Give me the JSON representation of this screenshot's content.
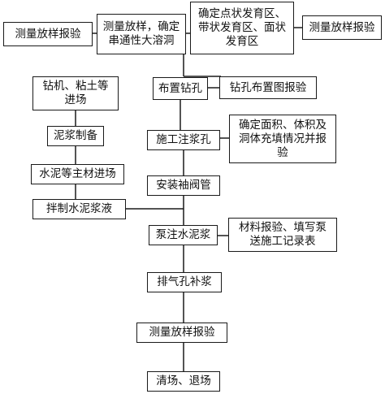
{
  "steps": {
    "survey_report_1": "测量放样报验",
    "survey_confirm": "测量放样，确定\n串通性大溶洞",
    "confirm_zones": "确定点状发育区、\n带状发育区、面状\n发育区",
    "survey_report_2": "测量放样报验",
    "equipment": "钻机、粘土等\n进场",
    "layout_holes": "布置钻孔",
    "hole_plan_report": "钻孔布置图报验",
    "mud_prep": "泥浆制备",
    "grout_holes": "施工注浆孔",
    "confirm_volume": "确定面积、体积及\n洞体充填情况并报\n验",
    "cement_entry": "水泥等主材进场",
    "sleeve_valve": "安装袖阀管",
    "mix_slurry": "拌制水泥浆液",
    "pump_grout": "泵注水泥浆",
    "material_report": "材料报验、填写泵\n送施工记录表",
    "vent_hole": "排气孔补浆",
    "survey_report_3": "测量放样报验",
    "cleanup": "清场、退场"
  }
}
